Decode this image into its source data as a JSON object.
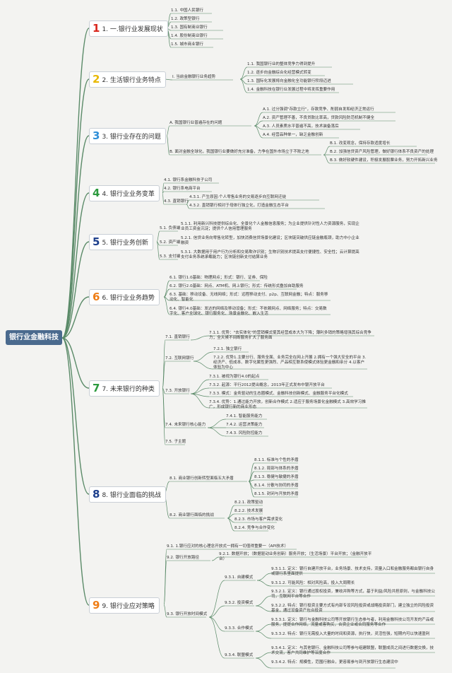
{
  "root": "银行业金融科技",
  "colors": {
    "root": "#4a6a8e",
    "line": "#5a8a68",
    "n1": "#d9261c",
    "n2": "#e8b800",
    "n3": "#2f8fd8",
    "n4": "#2c9a3e",
    "n5": "#1d3f8c",
    "n6": "#ef7d14",
    "n7": "#2c9a3e",
    "n8": "#1d3f8c",
    "n9": "#ef7d14"
  },
  "s1": {
    "num": "1",
    "label": "1. 一.银行业发展现状",
    "items": [
      "1.1. 中国人民银行",
      "1.2. 政策型银行",
      "1.3. 国有制商业银行",
      "1.4. 股份制商业银行",
      "1.5. 城市商业银行"
    ]
  },
  "s2": {
    "num": "2",
    "label": "2. 生活银行业务特点",
    "mid": "I. 当前金融银行业务趋势",
    "items": [
      "1.1. 我国银行业的整体竞争力得到提升",
      "1.2. 逐步向金融综合化经营模式转变",
      "1.3. 国际化发展将向金融化全功能银行阶段迈进",
      "1.4. 金融科技在银行业发展过程中将发挥重要作用"
    ]
  },
  "s3": {
    "num": "3",
    "label": "3. 银行业存在的问题",
    "a": "A. 我国银行业普遍存在的问题",
    "a_items": [
      "A.1. 过分强调\"存款立行\"，存款竞争、削弱自发和经济正常运行",
      "A.2. 资产管理不善，不良贷款比率高，贷款风险防范机制不健全",
      "A.3. 人员素质水平普遍不高，技术装备落后",
      "A.4. 经营品种单一，缺乏金融创新"
    ],
    "b": "B. 面对金融全球化，我国银行业要做好充分准备，力争在国外市场立于不败之地",
    "b_items": [
      "B.1. 改变观念，保持存款适度增长",
      "B.2. 加强信贷资产风险管理，做好银行体系不良资产的处理",
      "B.3. 做好软硬件建设，积极发展股票业务，努力开拓新兴业务"
    ]
  },
  "s4": {
    "num": "4",
    "label": "4. 银行业业务变革",
    "items": [
      "4.1. 银行系金融科技子公司",
      "4.2. 银行系电商平台",
      "4.3. 直销银行"
    ],
    "sub": [
      "4.3.1. 产生原因:个人零售业务的交易逐步向互联网迁徙",
      "4.3.2. 直销银行相对于母体行独立化，打造金融生态平台"
    ]
  },
  "s5": {
    "num": "5",
    "label": "5. 银行业务创新",
    "items": [
      "5.1. 负债端",
      "5.2. 资产端",
      "5.3. 支付端"
    ],
    "sub": [
      "5.1.1. 利用新兴科技提供综合化、全景化个人金融信息服务；为企业提供针对性人力资源服务，实现企业员工资金沉淀；提供个人信用管理服务",
      "5.2.1. 信贷业务向零售化转型，加快消费信贷场景化建设；区块链突破供应链金融瓶颈，助力中小企业融资",
      "5.3.1. 大数据用于用户行为分析和交易欺诈识别；生物识别技术提高支付便捷性、安全性；云计算提高支付业务系统承载能力；区块链创新支付结算业务"
    ]
  },
  "s6": {
    "num": "6",
    "label": "6. 银行业业务趋势",
    "items": [
      "6.1. 银行1.0基础：物理网点；形式：银行、证券、保险",
      "6.2. 银行2.0基础：网点、ATM机、网上银行；形式：传统形式叠加自助服务",
      "6.3. 基础：移动设备、无线网络；形式：远程移动支付、p2p、互联网金融；特点：服务移动化、智能化",
      "6.4. 银行4.0基础：发达的网络及移动设备；形式：不依赖网点、网络服务；特点：交易数字化、客户全球化、银行服务化、场景金融化、嵌入生活"
    ]
  },
  "s7": {
    "num": "7",
    "label": "7. 未来银行的种类",
    "items": [
      "7.1. 直销银行",
      "7.2. 互联网银行",
      "7.3. 开放银行",
      "7.4. 未来银行核心能力",
      "7.5. 子主题"
    ],
    "s71": "7.1.1. 优势：\"去实体化\"的营销模式使其经营成本大为下降；薄利多销的策略增强其综合竞争力；全天候不间断服务扩大了服务面",
    "s72": [
      "7.2.1. 独立银行",
      "7.2.2. 优势1.主要分行、服务全面、业务完全在网上开展 2.拥有一个强大安全的平台 3.经济产、低成本、数字化属性更强烈、产品相互联系使模式体验更金融和亲分 4.以客户体验为中心"
    ],
    "s73": [
      "7.3.1. 被视为银行4.0的起点",
      "7.3.2. 起源：平行2012提出概念，2013年正式发布中银开放平台",
      "7.3.3. 模式：金务驱动的生态圈模式、金融科技创新模式、金融服务平台化模式",
      "7.3.4. 优势：1.通过能力开放，创新合作模式 2.适应于服务场景化金融模式 3.高效学习推广，形成银行新的商业形态"
    ],
    "s74": [
      "7.4.1. 智能服务能力",
      "7.4.2. 运营决策能力",
      "7.4.3. 风险防控能力"
    ]
  },
  "s8": {
    "num": "8",
    "label": "8. 银行业面临的挑战",
    "b1": "8.1. 商业银行创新转型面临五大矛盾",
    "b1_items": [
      "8.1.1. 标准与个性的矛盾",
      "8.1.2. 局部与体系的矛盾",
      "8.1.3. 稳健与敏捷的矛盾",
      "8.1.4. 分散与协同的矛盾",
      "8.1.5. 封闭与开放的矛盾"
    ],
    "b2": "8.2. 商业银行面临的挑战",
    "b2_items": [
      "8.2.1. 政策驱动",
      "8.2.2. 技术发展",
      "8.2.3. 市场与客户需求变化",
      "8.2.4. 竞争与合作变化"
    ]
  },
  "s9": {
    "num": "9",
    "label": "9. 银行业应对策略",
    "items": [
      "9.1. 1.银行应对的核心理念开放式一拥有一切值得重要一（API技术）",
      "9.2. 银行开放路径",
      "9.3. 银行开放时间模式"
    ],
    "s92": "9.2.1. 数据开放；（数据驱动业务创新）服务开放；（生活场景）平台开放；（金融开放平台）",
    "s93": [
      "9.3.1. 自建模式",
      "9.3.2. 投资模式",
      "9.3.3. 合作模式",
      "9.3.4. 联盟模式"
    ],
    "s931": [
      "9.3.1.1. 定义：银行自建开放平台，业务场景、技术支持，流量入口和金融服务都由银行自身或银行系里面提供",
      "9.3.1.2. 可能风险：相对风险高，投入大周期长"
    ],
    "s932": [
      "9.3.2.1. 定义：银行通过股权投资，兼收并购等方式，基于利益/风险共担原则，与金融科技公司，互联网平台等合作",
      "9.3.2.2. 特点：银行投资主要方式有内部专设风险投资或战略投资部门，建立独立的风险投资基金，通过设备资产包合投资"
    ],
    "s933": [
      "9.3.3.1. 定义：银行与金融科技公司等开放银行生态参与者，利用金融科技公司开发的产品或服务，提提合作网络，流量或客购买，合资企业或合同服务等合作",
      "9.3.3.2. 特点：银行无需投入大量的时间和资源，执行快，灵活性强，短期内可以快速盈利"
    ],
    "s934": [
      "9.3.4.1. 定义：与其他银行、金融科技公司等参与组建联盟，联盟成员之间进行数据交换，技术交流，客户共同维护等深度合作",
      "9.3.4.2. 特点：规模性，范围行融合，更容易参与到开放银行生态建设中"
    ]
  }
}
